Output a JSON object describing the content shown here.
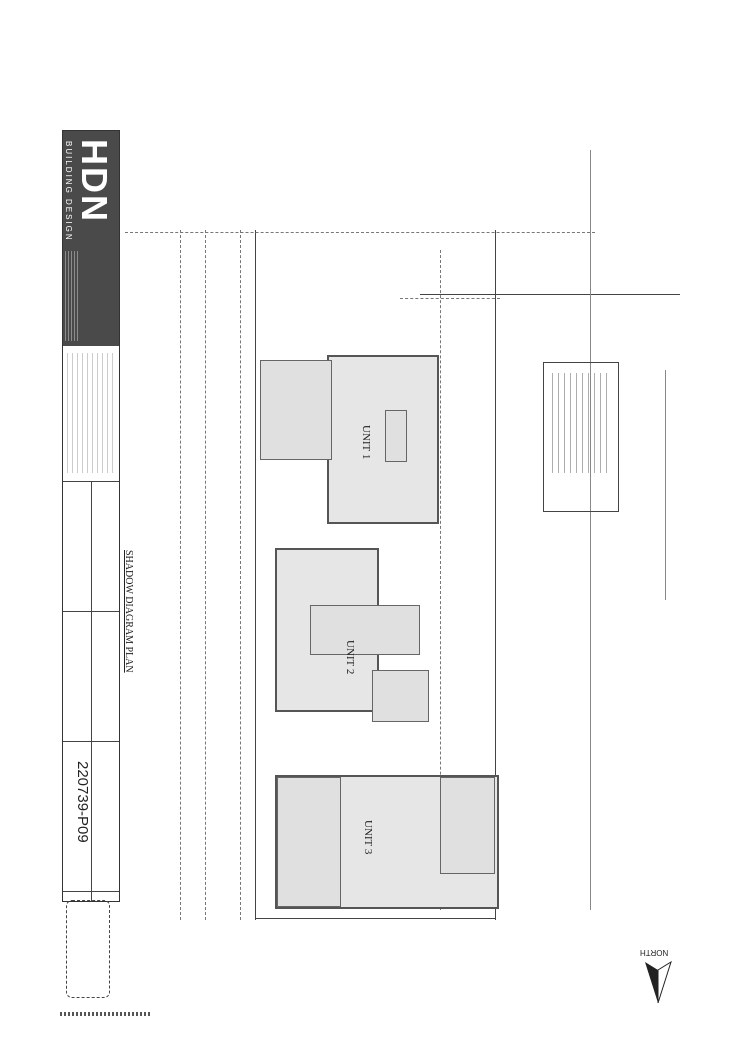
{
  "title_block": {
    "logo": "HDN",
    "logo_sub": "BUILDING DESIGN",
    "drawing_title": "SHADOW DIAGRAM PLAN",
    "drawing_number": "220739-P09"
  },
  "plan": {
    "units": [
      {
        "label": "UNIT 1"
      },
      {
        "label": "UNIT 2"
      },
      {
        "label": "UNIT 3"
      }
    ],
    "north_label": "NORTH"
  },
  "colors": {
    "logo_bg": "#4a4a4a",
    "unit_fill": "#e6e6e6"
  }
}
